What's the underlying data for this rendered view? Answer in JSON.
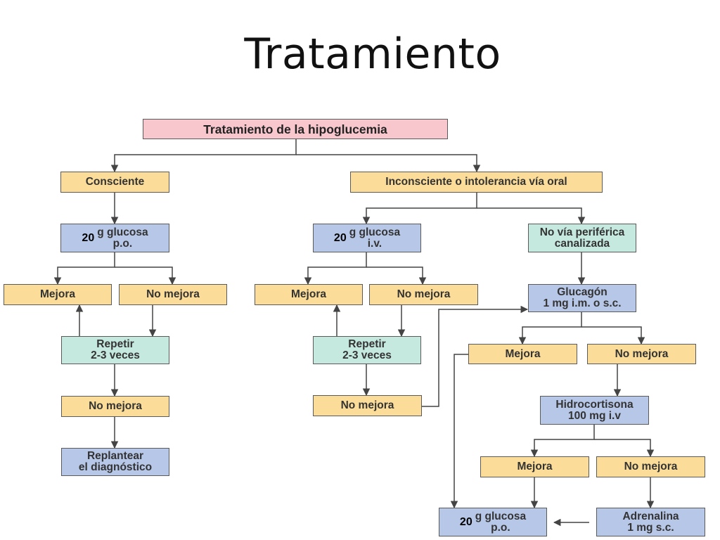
{
  "slide": {
    "title": "Tratamiento"
  },
  "flowchart": {
    "root": "Tratamiento de la hipoglucemia",
    "conscious": {
      "label": "Consciente",
      "dose_number": "20",
      "dose_text": "g glucosa\np.o.",
      "improves": "Mejora",
      "no_improve": "No mejora",
      "repeat": "Repetir\n2-3 veces",
      "no_improve_after": "No mejora",
      "reconsider": "Replantear\nel diagnóstico"
    },
    "unconscious": {
      "label": "Inconsciente o intolerancia vía oral",
      "iv": {
        "dose_number": "20",
        "dose_text": "g glucosa\ni.v.",
        "improves": "Mejora",
        "no_improve": "No mejora",
        "repeat": "Repetir\n2-3 veces",
        "no_improve_after": "No mejora"
      },
      "no_peripheral": {
        "label": "No vía periférica\ncanalizada",
        "glucagon": "Glucagón\n1 mg i.m. o s.c.",
        "improves": "Mejora",
        "no_improve": "No mejora",
        "hydrocortisone": "Hidrocortisona\n100 mg i.v",
        "hc_improves": "Mejora",
        "hc_no_improve": "No mejora",
        "final_dose_number": "20",
        "final_dose_text": "g glucosa\np.o.",
        "adrenaline": "Adrenalina\n1 mg s.c."
      }
    }
  },
  "colors": {
    "yellow": "#fbdc98",
    "blue": "#b7c7e8",
    "teal": "#c6e9df",
    "pink": "#f7c7cd",
    "line": "#444444"
  }
}
